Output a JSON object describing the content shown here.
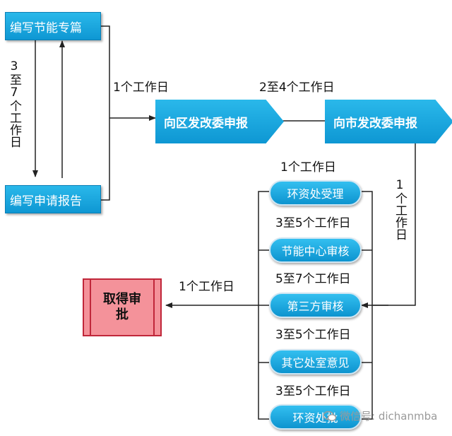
{
  "nodes": {
    "compile_chapter": "编写节能专篇",
    "compile_report": "编写申请报告",
    "district_report": "向区发改委申报",
    "city_report": "向市发改委申报",
    "env_accept": "环资处受理",
    "energy_center": "节能中心审核",
    "third_party": "第三方审核",
    "other_depts": "其它处室意见",
    "env_final": "环资处批",
    "approval": "取得审批"
  },
  "labels": {
    "loop_days": "3至7个工作日",
    "to_district_days": "1个工作日",
    "to_city_days": "2至4个工作日",
    "city_to_accept_days": "1个工作日",
    "city_down_days": "1个工作日",
    "accept_to_energy_days": "3至5个工作日",
    "energy_to_third_days": "5至7个工作日",
    "to_approval_days": "1个工作日",
    "third_to_other_days": "3至5个工作日",
    "other_to_final_days": "3至5个工作日"
  },
  "watermark": "微信号: dichanmba",
  "colors": {
    "node_blue": "#0e97d3",
    "approval_fill": "#f4929a",
    "approval_border": "#c0273a"
  }
}
